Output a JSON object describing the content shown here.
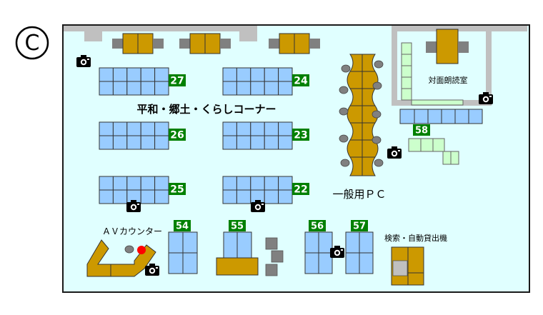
{
  "corner_mark": "C",
  "title_area": "平和・郷土・くらしコーナー",
  "reading_room": "対面朗読室",
  "general_pc": "一般用ＰＣ",
  "av_counter": "ＡＶカウンター",
  "search_machine": "検索・自動貸出機",
  "table_numbers": [
    "27",
    "24",
    "26",
    "23",
    "25",
    "22"
  ],
  "booth_numbers": [
    "54",
    "55",
    "56",
    "57",
    "58"
  ],
  "colors": {
    "floor": "#e0ffff",
    "border": "#1a1a1a",
    "wall": "#c0c0c0",
    "table": "#99ccff",
    "wood": "#cc9900",
    "gray": "#808080",
    "number_bg": "#008000",
    "booth58": "#ccffcc",
    "dot": "#ff0000"
  }
}
